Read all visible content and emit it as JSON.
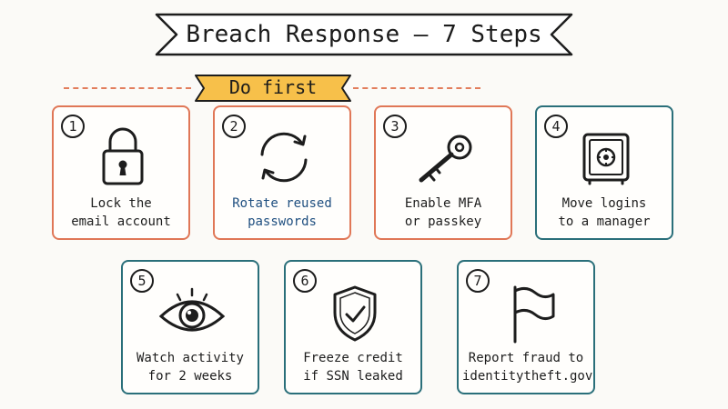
{
  "header": {
    "title": "Breach Response — 7 Steps",
    "tag": "Do first"
  },
  "colors": {
    "do_first_border": "#e07757",
    "other_border": "#2a6f7a",
    "tag_fill": "#f7c04a",
    "divider": "#e27d5c",
    "accent_text": "#1f4f80"
  },
  "steps": [
    {
      "number": "1",
      "line1": "Lock the",
      "line2": "email account",
      "icon": "padlock-icon"
    },
    {
      "number": "2",
      "line1": "Rotate reused",
      "line2": "passwords",
      "icon": "refresh-arrows-icon"
    },
    {
      "number": "3",
      "line1": "Enable MFA",
      "line2": "or passkey",
      "icon": "key-icon"
    },
    {
      "number": "4",
      "line1": "Move logins",
      "line2": "to a manager",
      "icon": "vault-safe-icon"
    },
    {
      "number": "5",
      "line1": "Watch activity",
      "line2": "for 2 weeks",
      "icon": "eye-icon"
    },
    {
      "number": "6",
      "line1": "Freeze credit",
      "line2": "if SSN leaked",
      "icon": "shield-check-icon"
    },
    {
      "number": "7",
      "line1": "Report fraud to",
      "line2": "identitytheft.gov",
      "icon": "flag-icon"
    }
  ]
}
